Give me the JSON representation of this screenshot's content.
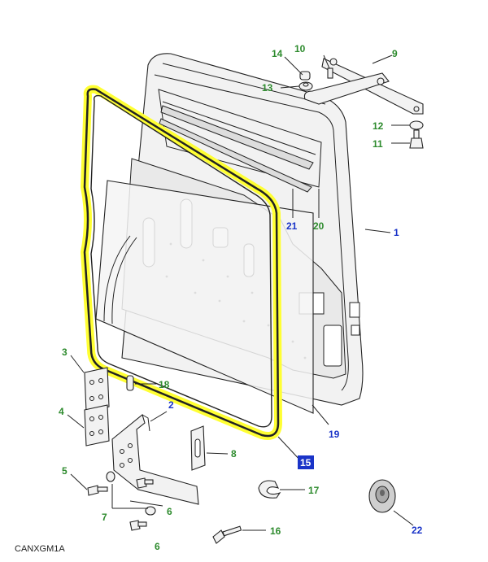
{
  "colors": {
    "green_label": "#2e8b2e",
    "blue_label": "#1a34c8",
    "highlight": "#ffff33",
    "selected_box": "#1a34c8"
  },
  "caption": "CANXGM1A",
  "callouts": {
    "c1": "1",
    "c2": "2",
    "c3": "3",
    "c4": "4",
    "c5": "5",
    "c6a": "6",
    "c6b": "6",
    "c7": "7",
    "c8": "8",
    "c9": "9",
    "c10": "10",
    "c11": "11",
    "c12": "12",
    "c13": "13",
    "c14": "14",
    "c15": "15",
    "c16": "16",
    "c17": "17",
    "c18": "18",
    "c19": "19",
    "c20": "20",
    "c21": "21",
    "c22": "22"
  },
  "selected_part": "15"
}
